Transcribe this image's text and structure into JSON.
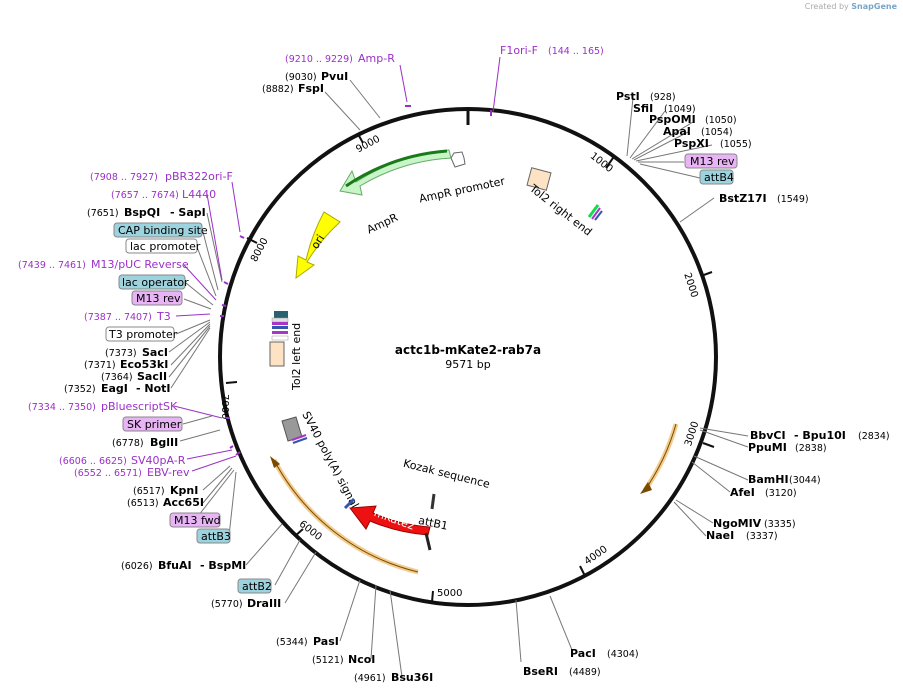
{
  "credit": {
    "prefix": "Created by",
    "brand": "SnapGene"
  },
  "plasmid": {
    "name": "actc1b-mKate2-rab7a",
    "size": "9571 bp"
  },
  "ticks": [
    "1000",
    "2000",
    "3000",
    "4000",
    "5000",
    "6000",
    "7000",
    "8000",
    "9000"
  ],
  "features": {
    "ampr_promoter": "AmpR promoter",
    "ampr": "AmpR",
    "ori": "ori",
    "tol2_right": "Tol2 right end",
    "tol2_left": "Tol2 left end",
    "sv40": "SV40 poly(A) signal",
    "mkate2": "mKate2",
    "kozak": "Kozak sequence",
    "attb1": "attB1"
  },
  "primers": {
    "ampr": {
      "name": "Amp-R",
      "range": "(9210 .. 9229)"
    },
    "f1ori": {
      "name": "F1ori-F",
      "range": "(144 .. 165)"
    },
    "pbr322": {
      "name": "pBR322ori-F",
      "range": "(7908 .. 7927)"
    },
    "l4440": {
      "name": "L4440",
      "range": "(7657 .. 7674)"
    },
    "m13puc": {
      "name": "M13/pUC Reverse",
      "range": "(7439 .. 7461)"
    },
    "t3": {
      "name": "T3",
      "range": "(7387 .. 7407)"
    },
    "pbluescript": {
      "name": "pBluescriptSK",
      "range": "(7334 .. 7350)"
    },
    "sv40pa": {
      "name": "SV40pA-R",
      "range": "(6606 .. 6625)"
    },
    "ebv": {
      "name": "EBV-rev",
      "range": "(6552 .. 6571)"
    }
  },
  "boxes": {
    "cap": "CAP binding site",
    "lac_promoter": "lac promoter",
    "lac_operator": "lac operator",
    "m13rev_left": "M13 rev",
    "t3_promoter": "T3 promoter",
    "sk_primer": "SK primer",
    "m13fwd": "M13 fwd",
    "attb3": "attB3",
    "attb2": "attB2",
    "m13rev_right": "M13 rev",
    "attb4": "attB4"
  },
  "sites": {
    "pvui": {
      "name": "PvuI",
      "pos": "(9030)"
    },
    "fspi": {
      "name": "FspI",
      "pos": "(8882)"
    },
    "psti": {
      "name": "PstI",
      "pos": "(928)"
    },
    "sfii": {
      "name": "SfiI",
      "pos": "(1049)"
    },
    "pspomi": {
      "name": "PspOMI",
      "pos": "(1050)"
    },
    "apai": {
      "name": "ApaI",
      "pos": "(1054)"
    },
    "pspxi": {
      "name": "PspXI",
      "pos": "(1055)"
    },
    "bstz17i": {
      "name": "BstZ17I",
      "pos": "(1549)"
    },
    "bspqi": {
      "name": "BspQI",
      "pos": "(7651)",
      "alt": "- SapI"
    },
    "saci": {
      "name": "SacI",
      "pos": "(7373)"
    },
    "eco53ki": {
      "name": "Eco53kI",
      "pos": "(7371)"
    },
    "sacii": {
      "name": "SacII",
      "pos": "(7364)"
    },
    "eagi": {
      "name": "EagI",
      "pos": "(7352)",
      "alt": "- NotI"
    },
    "bglii": {
      "name": "BglII",
      "pos": "(6778)"
    },
    "kpni": {
      "name": "KpnI",
      "pos": "(6517)"
    },
    "acc65i": {
      "name": "Acc65I",
      "pos": "(6513)"
    },
    "bfuai": {
      "name": "BfuAI",
      "pos": "(6026)",
      "alt": "- BspMI"
    },
    "draiii": {
      "name": "DraIII",
      "pos": "(5770)"
    },
    "pasi": {
      "name": "PasI",
      "pos": "(5344)"
    },
    "ncoi": {
      "name": "NcoI",
      "pos": "(5121)"
    },
    "bsu36i": {
      "name": "Bsu36I",
      "pos": "(4961)"
    },
    "bseri": {
      "name": "BseRI",
      "pos": "(4489)"
    },
    "paci": {
      "name": "PacI",
      "pos": "(4304)"
    },
    "bbvci": {
      "name": "BbvCI",
      "pos": "(2834)",
      "alt": "- Bpu10I"
    },
    "ppumi": {
      "name": "PpuMI",
      "pos": "(2838)"
    },
    "bamhi": {
      "name": "BamHI",
      "pos": "(3044)"
    },
    "afei": {
      "name": "AfeI",
      "pos": "(3120)"
    },
    "ngomiv": {
      "name": "NgoMIV",
      "pos": "(3335)"
    },
    "naei": {
      "name": "NaeI",
      "pos": "(3337)"
    }
  },
  "colors": {
    "backbone": "#111111",
    "ampr_green": "#c8f5c8",
    "ori_yellow": "#ffff00",
    "mkate2_red": "#ee1111",
    "tol2_peach": "#fde2c4",
    "orange_arc": "#e8a030",
    "primer_purple": "#9b30c8",
    "box_blue": "#9dd3de",
    "box_pink": "#e8b4f5"
  }
}
